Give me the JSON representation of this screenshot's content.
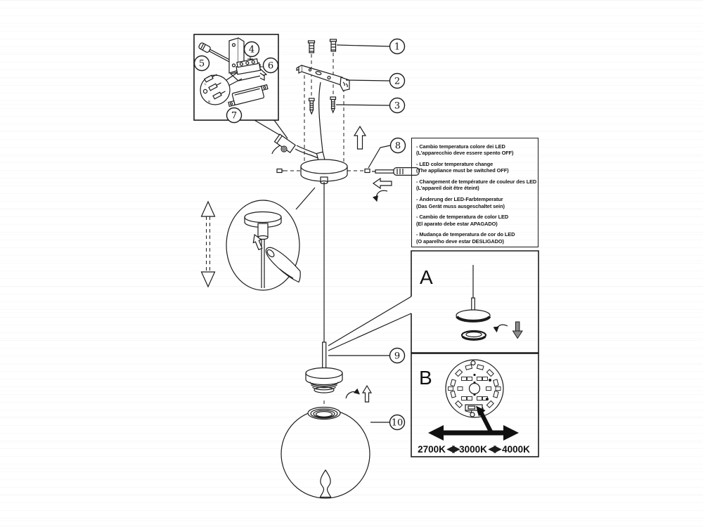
{
  "title_context": "pendant-lamp-installation-diagram",
  "colors": {
    "line": "#1c1c1c",
    "background": "#ffffff",
    "arrow_fill": "#111111"
  },
  "callouts": {
    "1": "1",
    "2": "2",
    "3": "3",
    "4": "4",
    "5": "5",
    "6": "6",
    "7": "7",
    "8": "8",
    "9": "9",
    "10": "10"
  },
  "panels": {
    "instructions": {
      "items": [
        {
          "l1": "- Cambio temperatura colore dei LED",
          "l2": "(L'apparecchio deve essere spento OFF)"
        },
        {
          "l1": "- LED color temperature change",
          "l2": "(The appliance must be switched OFF)"
        },
        {
          "l1": "- Changement de température de couleur des LED",
          "l2": "(L'appareil doit être éteint)"
        },
        {
          "l1": "- Änderung der LED-Farbtemperatur",
          "l2": "(Das Gerät muss ausgeschaltet sein)"
        },
        {
          "l1": "- Cambio de temperatura de color LED",
          "l2": "(El aparato debe estar APAGADO)"
        },
        {
          "l1": "- Mudança de temperatura de cor do LED",
          "l2": "(O aparelho deve estar DESLIGADO)"
        }
      ]
    },
    "detail_a": {
      "label": "A"
    },
    "detail_b": {
      "label": "B",
      "temps": [
        "2700K",
        "3000K",
        "4000K"
      ]
    },
    "inset": {
      "terminal_labels": {
        "l": "L",
        "n": "N"
      }
    }
  }
}
